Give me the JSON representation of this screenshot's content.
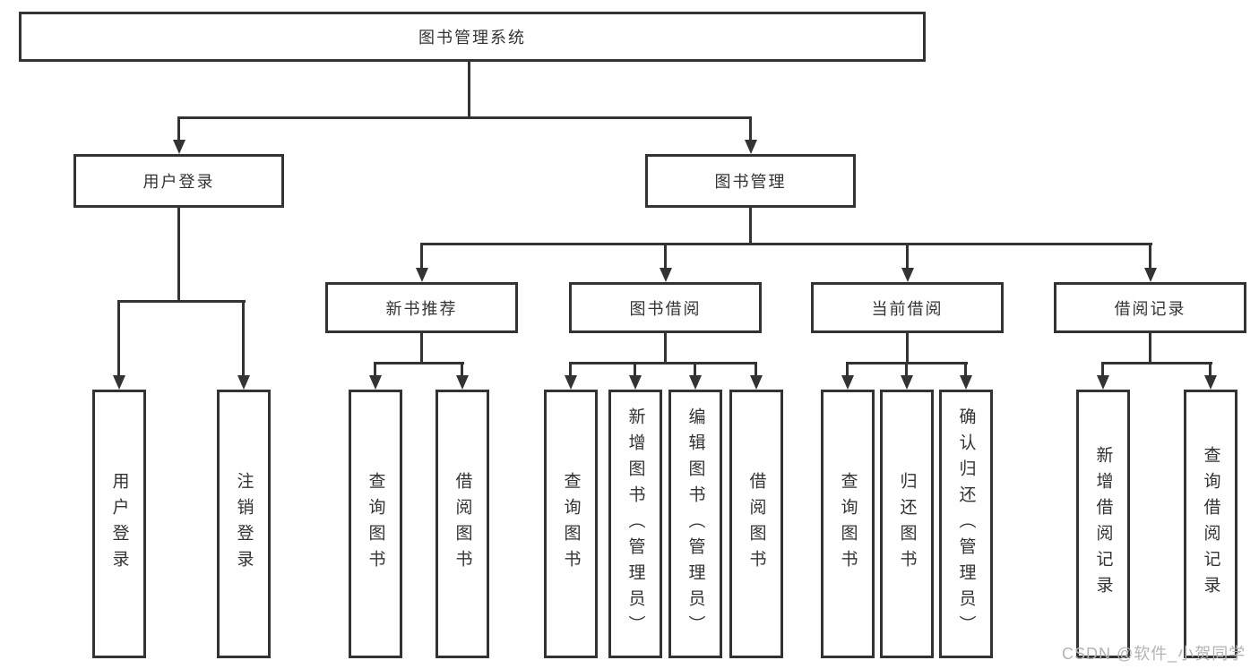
{
  "diagram": {
    "root": {
      "label": "图书管理系统"
    },
    "branches": [
      {
        "label": "用户登录",
        "leaves": [
          "用户登录",
          "注销登录"
        ]
      },
      {
        "label": "图书管理",
        "groups": [
          {
            "label": "新书推荐",
            "leaves": [
              "查询图书",
              "借阅图书"
            ]
          },
          {
            "label": "图书借阅",
            "leaves": [
              "查询图书",
              "新增图书（管理员）",
              "编辑图书（管理员）",
              "借阅图书"
            ]
          },
          {
            "label": "当前借阅",
            "leaves": [
              "查询图书",
              "归还图书",
              "确认归还（管理员）"
            ]
          },
          {
            "label": "借阅记录",
            "leaves": [
              "新增借阅记录",
              "查询借阅记录"
            ]
          }
        ]
      }
    ]
  },
  "watermark": {
    "text": "CSDN @软件_小贺同学"
  },
  "colors": {
    "line": "#333333",
    "text": "#333333",
    "box_bg": "#ffffff",
    "page_bg": "#ffffff",
    "watermark": "#b3b3b3"
  }
}
